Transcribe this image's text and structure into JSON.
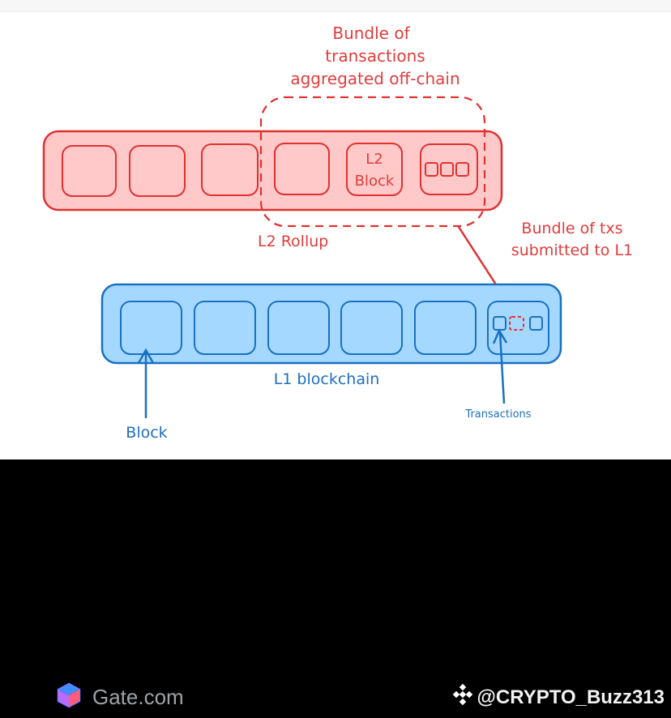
{
  "diagram": {
    "bundle_label": [
      "Bundle of",
      "transactions",
      "aggregated off-chain"
    ],
    "l2_block_label": [
      "L2",
      "Block"
    ],
    "l2_rollup_label": "L2 Rollup",
    "submitted_label": [
      "Bundle of txs",
      "submitted to L1"
    ],
    "l1_label": "L1 blockchain",
    "block_label": "Block",
    "transactions_label": "Transactions",
    "colors": {
      "l2_fill": "#ffc9c9",
      "l2_stroke": "#e03131",
      "l1_fill": "#a5d8ff",
      "l1_stroke": "#1971c2",
      "red_text": "#e03c3c",
      "blue_text": "#1f6fbf"
    }
  },
  "footer": {
    "left_brand": "Gate.com",
    "left_icon": "gate-cube-icon",
    "right_icon": "binance-diamond-icon",
    "right_handle": "@CRYPTO_Buzz313"
  }
}
